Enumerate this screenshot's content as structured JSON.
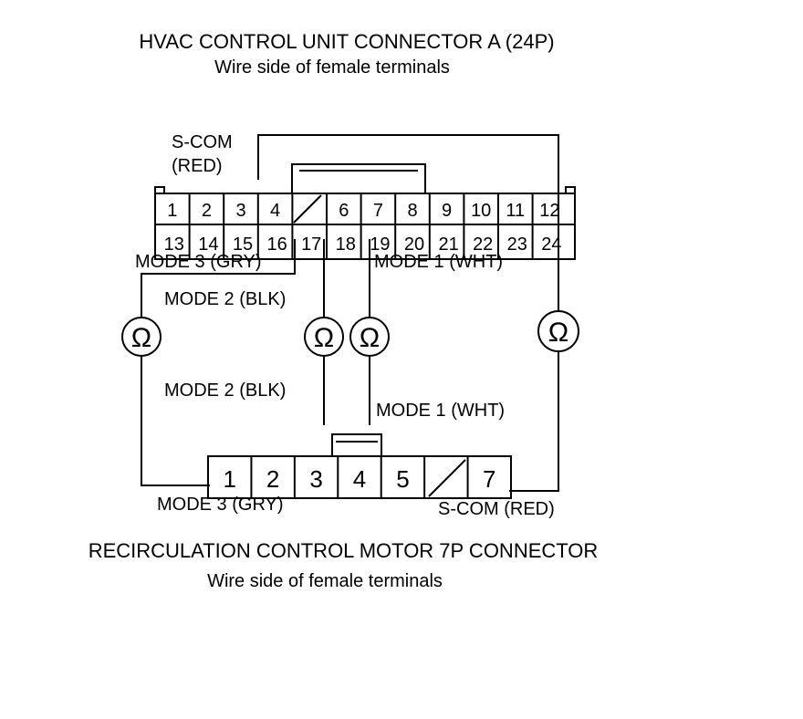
{
  "top_connector": {
    "title": "HVAC CONTROL UNIT CONNECTOR A (24P)",
    "subtitle": "Wire side of female terminals",
    "row1": [
      "1",
      "2",
      "3",
      "4",
      "",
      "6",
      "7",
      "8",
      "9",
      "10",
      "11",
      "12"
    ],
    "row2": [
      "13",
      "14",
      "15",
      "16",
      "17",
      "18",
      "19",
      "20",
      "21",
      "22",
      "23",
      "24"
    ]
  },
  "bottom_connector": {
    "title": "RECIRCULATION CONTROL MOTOR 7P CONNECTOR",
    "subtitle": "Wire side of female terminals",
    "pins": [
      "1",
      "2",
      "3",
      "4",
      "5",
      "",
      "7"
    ]
  },
  "labels": {
    "scom_top_line1": "S-COM",
    "scom_top_line2": "(RED)",
    "mode3_top": "MODE 3 (GRY)",
    "mode1_top": "MODE 1 (WHT)",
    "mode2_upper": "MODE 2 (BLK)",
    "mode2_lower": "MODE 2 (BLK)",
    "mode1_lower": "MODE 1 (WHT)",
    "mode3_bottom": "MODE 3 (GRY)",
    "scom_bottom": "S-COM (RED)"
  },
  "meter_symbol": "Ω"
}
